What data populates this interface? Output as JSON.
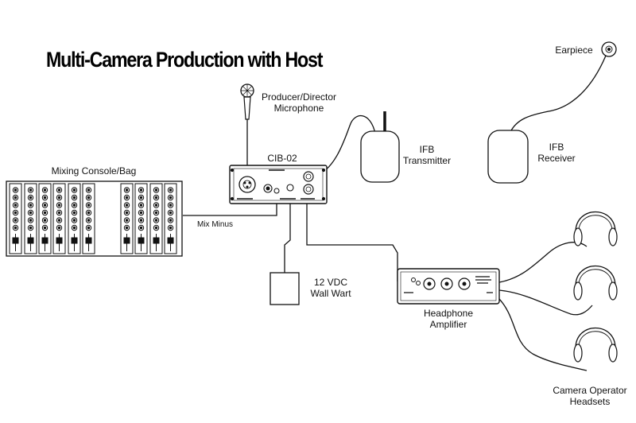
{
  "title": "Multi-Camera Production with Host",
  "labels": {
    "mic_line1": "Producer/Director",
    "mic_line2": "Microphone",
    "cib": "CIB-02",
    "console": "Mixing Console/Bag",
    "mix_minus": "Mix Minus",
    "ifb_tx_line1": "IFB",
    "ifb_tx_line2": "Transmitter",
    "ifb_rx_line1": "IFB",
    "ifb_rx_line2": "Receiver",
    "earpiece": "Earpiece",
    "wallwart_line1": "12 VDC",
    "wallwart_line2": "Wall Wart",
    "amp_line1": "Headphone",
    "amp_line2": "Amplifier",
    "headsets_line1": "Camera Operator",
    "headsets_line2": "Headsets"
  },
  "colors": {
    "line": "#111111",
    "background": "#ffffff"
  }
}
